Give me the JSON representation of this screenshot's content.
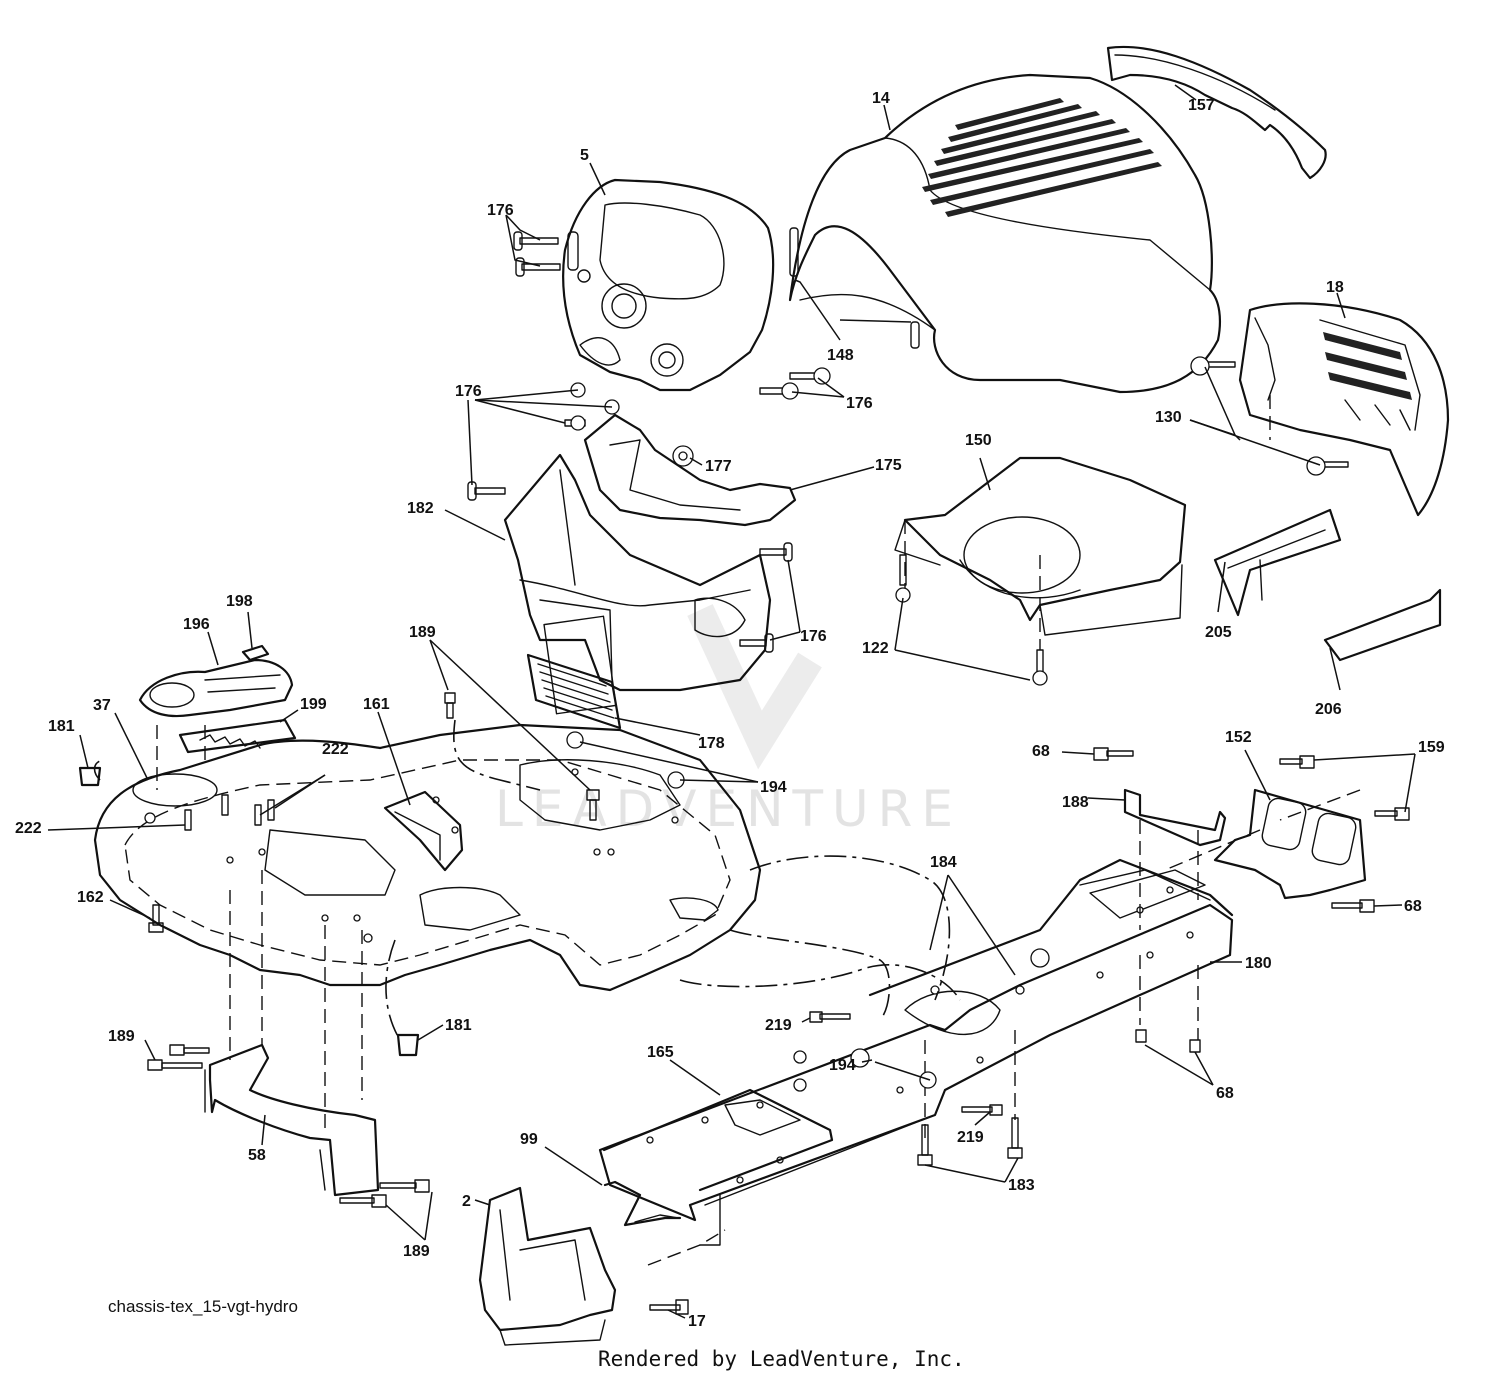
{
  "diagram_name": "chassis-tex_15-vgt-hydro",
  "footer": "Rendered by LeadVenture, Inc.",
  "watermark": "LEADVENTURE",
  "callouts": [
    {
      "id": "c14",
      "label": "14"
    },
    {
      "id": "c157",
      "label": "157"
    },
    {
      "id": "c5",
      "label": "5"
    },
    {
      "id": "c176a",
      "label": "176"
    },
    {
      "id": "c148",
      "label": "148"
    },
    {
      "id": "c18",
      "label": "18"
    },
    {
      "id": "c176b",
      "label": "176"
    },
    {
      "id": "c176c",
      "label": "176"
    },
    {
      "id": "c130",
      "label": "130"
    },
    {
      "id": "c177",
      "label": "177"
    },
    {
      "id": "c175",
      "label": "175"
    },
    {
      "id": "c150",
      "label": "150"
    },
    {
      "id": "c182",
      "label": "182"
    },
    {
      "id": "c176d",
      "label": "176"
    },
    {
      "id": "c205",
      "label": "205"
    },
    {
      "id": "c198",
      "label": "198"
    },
    {
      "id": "c196",
      "label": "196"
    },
    {
      "id": "c189a",
      "label": "189"
    },
    {
      "id": "c122",
      "label": "122"
    },
    {
      "id": "c37",
      "label": "37"
    },
    {
      "id": "c199",
      "label": "199"
    },
    {
      "id": "c161",
      "label": "161"
    },
    {
      "id": "c206",
      "label": "206"
    },
    {
      "id": "c181a",
      "label": "181"
    },
    {
      "id": "c222a",
      "label": "222"
    },
    {
      "id": "c178",
      "label": "178"
    },
    {
      "id": "c152",
      "label": "152"
    },
    {
      "id": "c68a",
      "label": "68"
    },
    {
      "id": "c159",
      "label": "159"
    },
    {
      "id": "c194a",
      "label": "194"
    },
    {
      "id": "c222b",
      "label": "222"
    },
    {
      "id": "c188",
      "label": "188"
    },
    {
      "id": "c184",
      "label": "184"
    },
    {
      "id": "c162",
      "label": "162"
    },
    {
      "id": "c68b",
      "label": "68"
    },
    {
      "id": "c180",
      "label": "180"
    },
    {
      "id": "c181b",
      "label": "181"
    },
    {
      "id": "c219a",
      "label": "219"
    },
    {
      "id": "c189b",
      "label": "189"
    },
    {
      "id": "c165",
      "label": "165"
    },
    {
      "id": "c194b",
      "label": "194"
    },
    {
      "id": "c68c",
      "label": "68"
    },
    {
      "id": "c58",
      "label": "58"
    },
    {
      "id": "c99",
      "label": "99"
    },
    {
      "id": "c219b",
      "label": "219"
    },
    {
      "id": "c183",
      "label": "183"
    },
    {
      "id": "c2",
      "label": "2"
    },
    {
      "id": "c189c",
      "label": "189"
    },
    {
      "id": "c17",
      "label": "17"
    }
  ]
}
